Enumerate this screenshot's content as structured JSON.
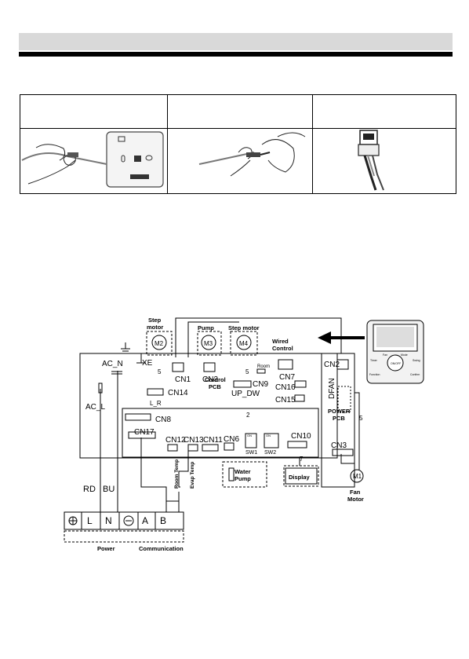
{
  "wiring": {
    "labels": {
      "step_motor_left": [
        "Step",
        "motor"
      ],
      "m2": "M2",
      "pump": "Pump",
      "m3": "M3",
      "step_motor_right": "Step motor",
      "m4": "M4",
      "wired_control": [
        "Wired",
        "Control"
      ],
      "room": "Room",
      "ac_n": "AC_N",
      "xe": "XE",
      "five_a": "5",
      "five_b": "5",
      "five_c": "5",
      "cn1": "CN1",
      "cn3": "CN3",
      "cn9": "CN9",
      "up_dw": "UP_DW",
      "cn7": "CN7",
      "cn16": "CN16",
      "cn15": "CN15",
      "cn14": "CN14",
      "l_r": "L_R",
      "control_pcb": [
        "Control",
        "PCB"
      ],
      "two": "2",
      "ac_l": "AC_L",
      "cn8": "CN8",
      "cn17": "CN17",
      "cn12": "CN12",
      "cn13": "CN13",
      "cn11": "CN11",
      "cn6": "CN6",
      "cn10": "CN10",
      "sw1": "SW1",
      "sw2": "SW2",
      "room_temp": "Room Temp",
      "evap_temp": "Evap Temp",
      "water_pump": [
        "Water",
        "Pump"
      ],
      "seven": "7",
      "display": "Display",
      "cn2": "CN2",
      "dfan": "DFAN",
      "power_pcb": [
        "POWER",
        "PCB"
      ],
      "cn3_power": "CN3",
      "fan_motor": [
        "Fan",
        "Motor"
      ],
      "m1": "M1",
      "rd": "RD",
      "bu": "BU",
      "terminal_l": "L",
      "terminal_n": "N",
      "terminal_a": "A",
      "terminal_b": "B",
      "power": "Power",
      "communication": "Communication",
      "on": "ON"
    },
    "controller_buttons": [
      "Timer",
      "Fan",
      "Mode",
      "Swing",
      "Function",
      "Confirm",
      "ON/OFF"
    ]
  }
}
